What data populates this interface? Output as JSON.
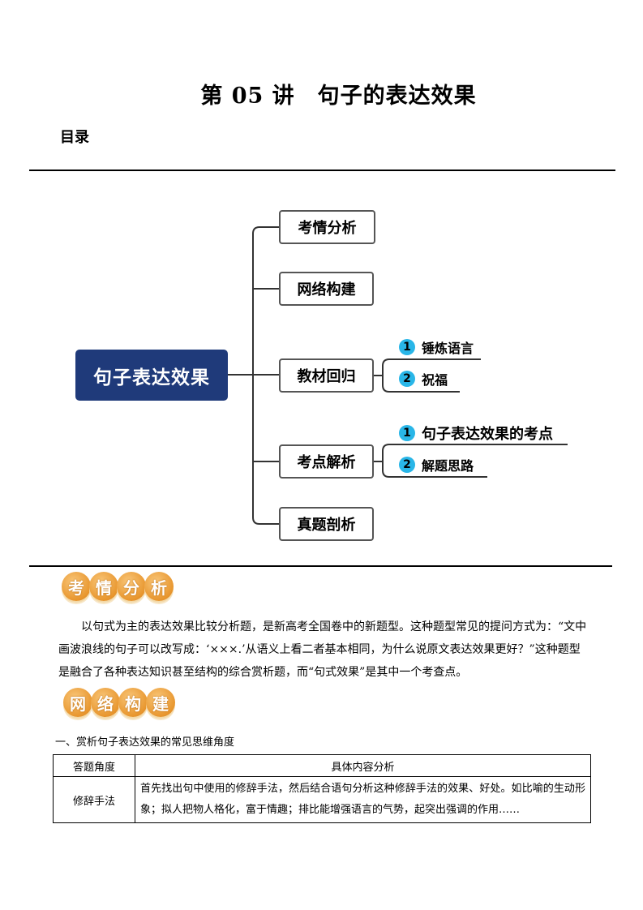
{
  "title": "第 05 讲　句子的表达效果",
  "toc_label": "目录",
  "mindmap": {
    "root": "句子表达效果",
    "nodes": [
      "考情分析",
      "网络构建",
      "教材回归",
      "考点解析",
      "真题剖析"
    ],
    "jiaocai_sub": [
      {
        "num": "1",
        "label": "锤炼语言"
      },
      {
        "num": "2",
        "label": "祝福"
      }
    ],
    "kaodian_sub": [
      {
        "num": "1",
        "label": "句子表达效果的考点"
      },
      {
        "num": "2",
        "label": "解题思路"
      }
    ]
  },
  "section1": {
    "badges": [
      "考",
      "情",
      "分",
      "析"
    ],
    "paragraph": "以句式为主的表达效果比较分析题，是新高考全国卷中的新题型。这种题型常见的提问方式为：“文中画波浪线的句子可以改写成：‘×××.’从语义上看二者基本相同，为什么说原文表达效果更好？”这种题型是融合了各种表达知识甚至结构的综合赏析题，而“句式效果”是其中一个考查点。"
  },
  "section2": {
    "badges": [
      "网",
      "络",
      "构",
      "建"
    ],
    "subhead": "一、赏析句子表达效果的常见思维角度",
    "table": {
      "headers": [
        "答题角度",
        "具体内容分析"
      ],
      "rows": [
        [
          "修辞手法",
          "首先找出句中使用的修辞手法，然后结合语句分析这种修辞手法的效果、好处。如比喻的生动形象；拟人把物人格化，富于情趣；排比能增强语言的气势，起突出强调的作用……"
        ]
      ]
    }
  },
  "colors": {
    "root_bg": "#1f3a7a",
    "number_circle": "#29b6e8",
    "badge": "#e8962e"
  }
}
